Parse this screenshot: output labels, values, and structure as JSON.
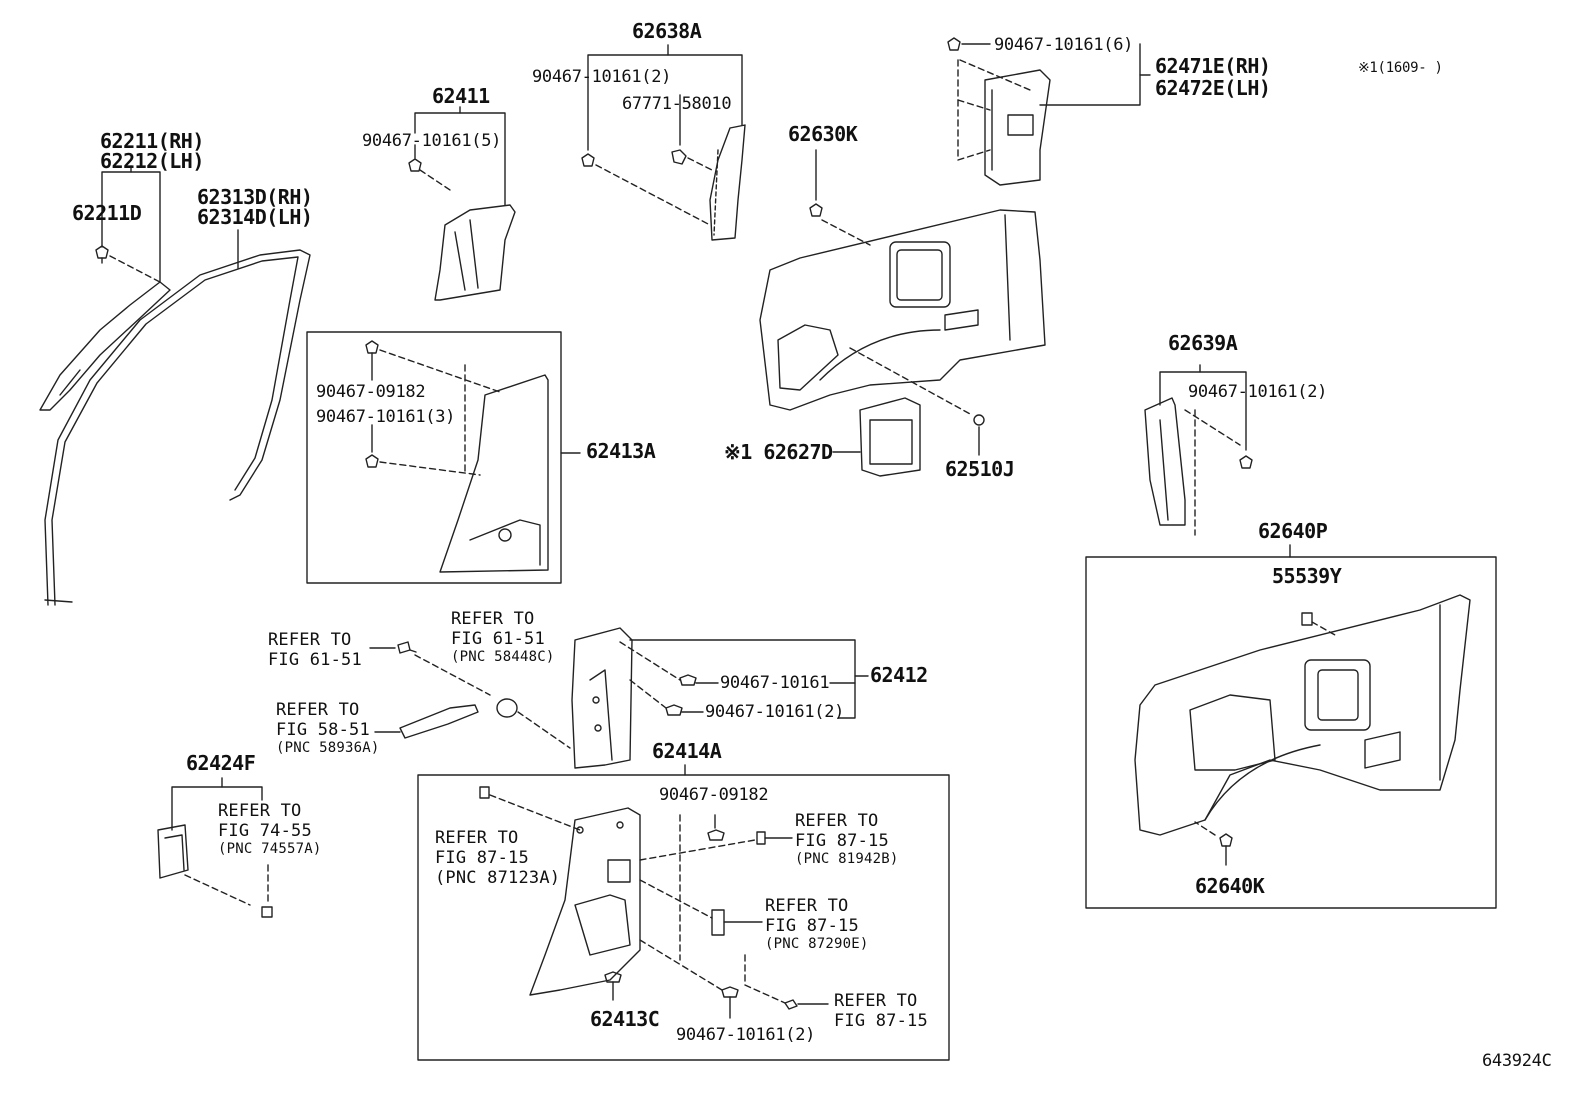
{
  "parts": {
    "p62638A": "62638A",
    "p90467_10161_2_a": "90467-10161(2)",
    "p67771_58010": "67771-58010",
    "p90467_10161_6": "90467-10161(6)",
    "p62471E": "62471E(RH)",
    "p62472E": "62472E(LH)",
    "note1": "※1(1609-    )",
    "p62411": "62411",
    "p90467_10161_5": "90467-10161(5)",
    "p62630K": "62630K",
    "p62211": "62211(RH)",
    "p62212": "62212(LH)",
    "p62313D": "62313D(RH)",
    "p62314D": "62314D(LH)",
    "p62211D": "62211D",
    "p90467_09182_a": "90467-09182",
    "p90467_10161_3": "90467-10161(3)",
    "p62413A": "62413A",
    "p62627D": "※1 62627D",
    "p62510J": "62510J",
    "p62639A": "62639A",
    "p90467_10161_2_b": "90467-10161(2)",
    "p62640P": "62640P",
    "p55539Y": "55539Y",
    "p62640K": "62640K",
    "p62412": "62412",
    "p90467_10161": "90467-10161",
    "p90467_10161_2_c": "90467-10161(2)",
    "p62414A": "62414A",
    "p90467_09182_b": "90467-09182",
    "p62424F": "62424F",
    "p62413C": "62413C",
    "p90467_10161_2_d": "90467-10161(2)",
    "fig_code": "643924C"
  },
  "refs": {
    "ref_61_51_a": {
      "l1": "REFER TO",
      "l2": "FIG 61-51"
    },
    "ref_61_51_b": {
      "l1": "REFER TO",
      "l2": "FIG 61-51",
      "l3": "(PNC 58448C)"
    },
    "ref_58_51": {
      "l1": "REFER TO",
      "l2": "FIG 58-51",
      "l3": "(PNC 58936A)"
    },
    "ref_74_55": {
      "l1": "REFER TO",
      "l2": "FIG 74-55",
      "l3": "(PNC 74557A)"
    },
    "ref_87_15_a": {
      "l1": "REFER TO",
      "l2": "FIG 87-15",
      "l3": "(PNC 87123A)"
    },
    "ref_87_15_b": {
      "l1": "REFER TO",
      "l2": "FIG 87-15",
      "l3": "(PNC 81942B)"
    },
    "ref_87_15_c": {
      "l1": "REFER TO",
      "l2": "FIG 87-15",
      "l3": "(PNC 87290E)"
    },
    "ref_87_15_d": {
      "l1": "REFER TO",
      "l2": "FIG 87-15"
    }
  },
  "icons": [
    "clip-icon",
    "screw-icon",
    "trim-panel-icon",
    "weatherstrip-icon"
  ]
}
